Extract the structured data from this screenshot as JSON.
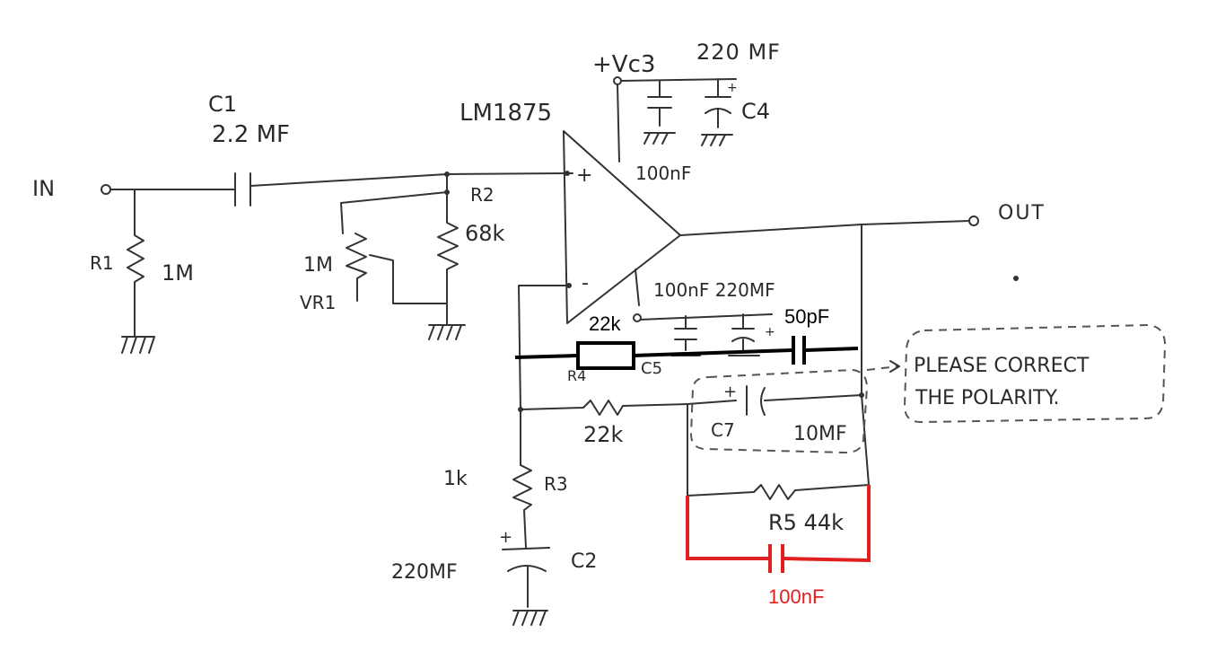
{
  "labels": {
    "in": "IN",
    "out": "OUT",
    "c1_name": "C1",
    "c1_value": "2.2 MF",
    "r1_name": "R1",
    "r1_value": "1M",
    "vr1_value": "1M",
    "vr1_name": "VR1",
    "r2_name": "R2",
    "r2_value": "68k",
    "chip": "LM1875",
    "plus_pin": "+",
    "minus_pin": "-",
    "vc3": "+Vc3",
    "c4_value": "220 MF",
    "c4_name": "C4",
    "c4_plus": "+",
    "decoup_top": "100nF",
    "decoup_bottom": "100nF 220MF",
    "c5_plus": "+",
    "c5_name": "C5",
    "r4_name": "R4",
    "typed_22k": "22k",
    "typed_50pf": "50pF",
    "fb_22k": "22k",
    "c7_plus": "+",
    "c7_name": "C7",
    "c7_value": "10MF",
    "r3_value": "1k",
    "r3_name": "R3",
    "c2_plus": "+",
    "c2_value": "220MF",
    "c2_name": "C2",
    "r5_value": "R5 44k",
    "red_100nf": "100nF",
    "note_line1": "PLEASE CORRECT",
    "note_line2": "THE POLARITY."
  },
  "colors": {
    "ink": "#333333",
    "correction_red": "#e02020",
    "correction_black": "#000000"
  }
}
